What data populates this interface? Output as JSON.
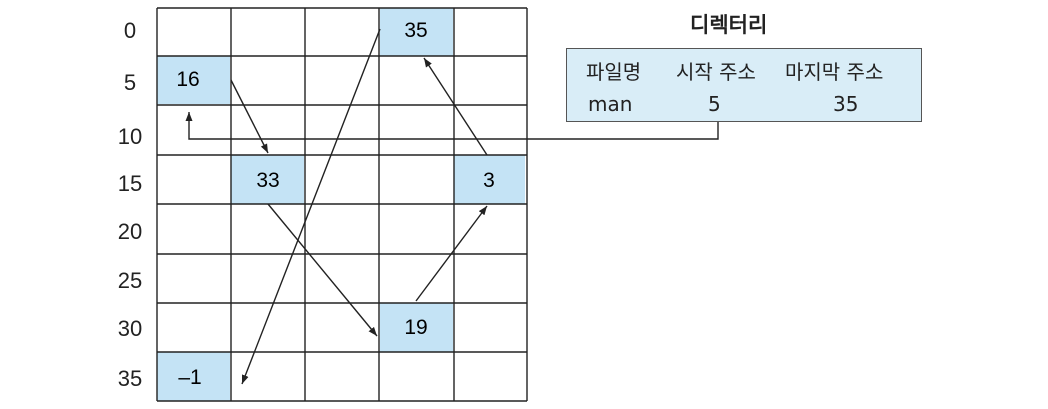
{
  "row_labels": [
    "0",
    "5",
    "10",
    "15",
    "20",
    "25",
    "30",
    "35"
  ],
  "blocks": [
    {
      "value": "35",
      "row": 0,
      "col": 3
    },
    {
      "value": "16",
      "row": 1,
      "col": 0
    },
    {
      "value": "33",
      "row": 3,
      "col": 1
    },
    {
      "value": "3",
      "row": 3,
      "col": 4
    },
    {
      "value": "19",
      "row": 6,
      "col": 3
    },
    {
      "value": "–1",
      "row": 7,
      "col": 0
    }
  ],
  "directory": {
    "title": "디렉터리",
    "headers": {
      "file_name": "파일명",
      "start_address": "시작 주소",
      "end_address": "마지막 주소"
    },
    "row": {
      "file_name": "man",
      "start_address": "5",
      "end_address": "35"
    }
  },
  "colors": {
    "block_fill": "#c4e3f5",
    "grid_line": "#222222",
    "box_fill": "#d9edf7"
  }
}
